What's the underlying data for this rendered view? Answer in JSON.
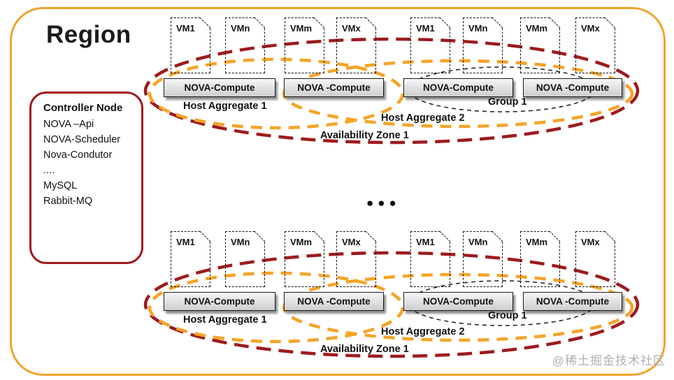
{
  "region": {
    "title": "Region"
  },
  "controller": {
    "title": "Controller Node",
    "items": [
      "NOVA –Api",
      "NOVA-Scheduler",
      "Nova-Condutor",
      "....",
      "MySQL",
      "Rabbit-MQ"
    ]
  },
  "clusters": [
    {
      "vms": [
        "VM1",
        "VMn",
        "VMm",
        "VMx",
        "VM1",
        "VMn",
        "VMm",
        "VMx"
      ],
      "computes": [
        "NOVA-Compute",
        "NOVA -Compute",
        "NOVA-Compute",
        "NOVA -Compute"
      ],
      "labels": {
        "host_aggregate_1": "Host Aggregate 1",
        "host_aggregate_2": "Host Aggregate 2",
        "group_1": "Group 1",
        "availability_zone": "Availability Zone 1"
      }
    },
    {
      "vms": [
        "VM1",
        "VMn",
        "VMm",
        "VMx",
        "VM1",
        "VMn",
        "VMm",
        "VMx"
      ],
      "computes": [
        "NOVA-Compute",
        "NOVA -Compute",
        "NOVA-Compute",
        "NOVA -Compute"
      ],
      "labels": {
        "host_aggregate_1": "Host Aggregate 1",
        "host_aggregate_2": "Host Aggregate 2",
        "group_1": "Group 1",
        "availability_zone": "Availability Zone 1"
      }
    }
  ],
  "more_indicator": "●●●",
  "watermark": "@稀土掘金技术社区",
  "colors": {
    "region_border_orange": "#F2A32B",
    "controller_border_red": "#A01B1E",
    "availability_zone_red": "#9C1B1E",
    "host_aggregate_orange": "#F5A428",
    "group_black": "#1c1c1c",
    "compute_fill_gray": "#E3E3E3"
  }
}
